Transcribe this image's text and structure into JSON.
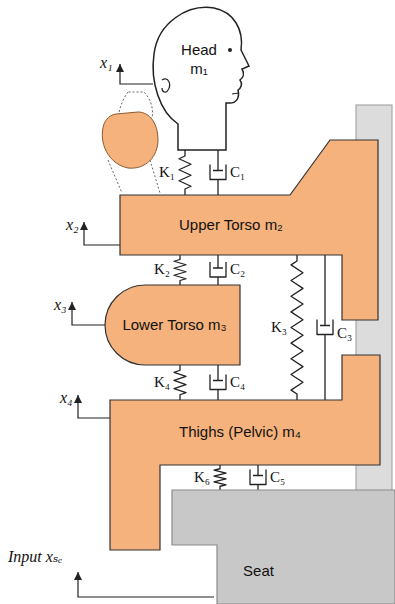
{
  "diagram": {
    "nodes": [
      {
        "text": [
          "Head",
          "m₁"
        ]
      },
      {
        "text": [
          "Upper Torso m₂"
        ]
      },
      {
        "text": [
          "Lower Torso m₃"
        ]
      },
      {
        "text": [
          "Thighs (Pelvic) m₄"
        ]
      },
      {
        "text": [
          "Seat"
        ]
      }
    ],
    "edges": [
      {
        "from": 0,
        "to": 1,
        "arrow": "none",
        "label": "K₁"
      },
      {
        "from": 0,
        "to": 1,
        "arrow": "none",
        "label": "C₁"
      },
      {
        "from": 1,
        "to": 2,
        "arrow": "none",
        "label": "K₂"
      },
      {
        "from": 1,
        "to": 2,
        "arrow": "none",
        "label": "C₂"
      },
      {
        "from": 1,
        "to": 3,
        "arrow": "none",
        "label": "K₃"
      },
      {
        "from": 1,
        "to": 3,
        "arrow": "none",
        "label": "C₃"
      },
      {
        "from": 2,
        "to": 3,
        "arrow": "none",
        "label": "K₄"
      },
      {
        "from": 2,
        "to": 3,
        "arrow": "none",
        "label": "C₄"
      },
      {
        "from": 3,
        "to": 4,
        "arrow": "none",
        "label": "K₆"
      },
      {
        "from": 3,
        "to": 4,
        "arrow": "none",
        "label": "C₅"
      }
    ],
    "labels": [
      "x₁",
      "x₂",
      "x₃",
      "x₄",
      "Input xₛₑ"
    ]
  }
}
